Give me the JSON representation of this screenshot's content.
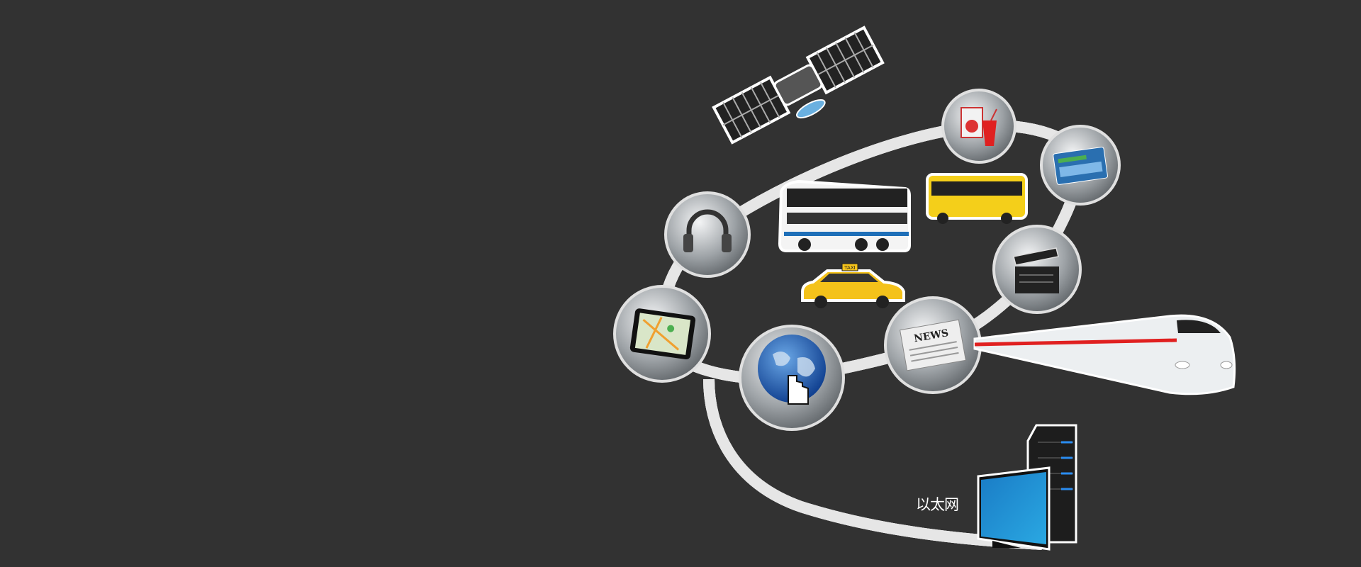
{
  "diagram": {
    "ethernet_label": "以太网",
    "nodes": [
      "headphones",
      "tablet-map",
      "globe-click",
      "news",
      "clapperboard",
      "ticket-card",
      "snack-drink"
    ],
    "vehicles": [
      "satellite",
      "coach-bus",
      "city-bus",
      "taxi",
      "high-speed-train"
    ],
    "endpoint": "monitor-server",
    "colors": {
      "background": "#323232",
      "ring": "#f5b21e",
      "ring_stripe": "#e8402a",
      "node_rim": "#c9ccce"
    }
  },
  "vehicle_texts": {
    "taxi": "TAXI",
    "news": "NEWS"
  }
}
